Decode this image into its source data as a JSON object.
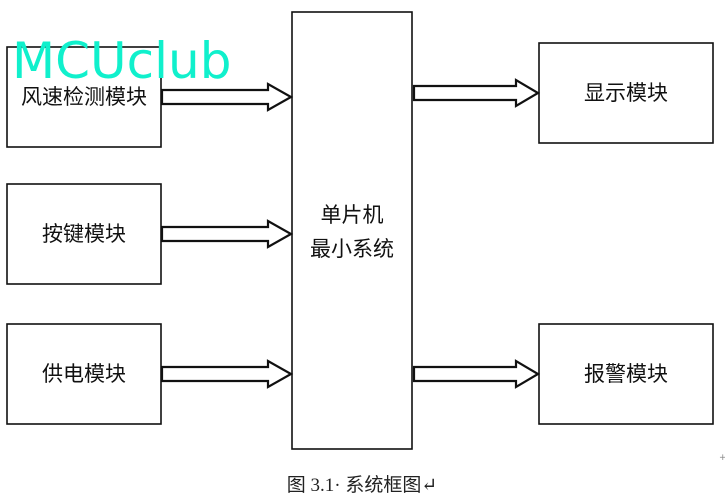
{
  "watermark": "MCUclub",
  "inputs": [
    {
      "label": "风速检测模块"
    },
    {
      "label": "按键模块"
    },
    {
      "label": "供电模块"
    }
  ],
  "center": {
    "line1": "单片机",
    "line2": "最小系统"
  },
  "outputs": [
    {
      "label": "显示模块"
    },
    {
      "label": "报警模块"
    }
  ],
  "caption": "图 3.1· 系统框图↵",
  "colors": {
    "watermark": "#10f0cc",
    "stroke": "#111111"
  }
}
